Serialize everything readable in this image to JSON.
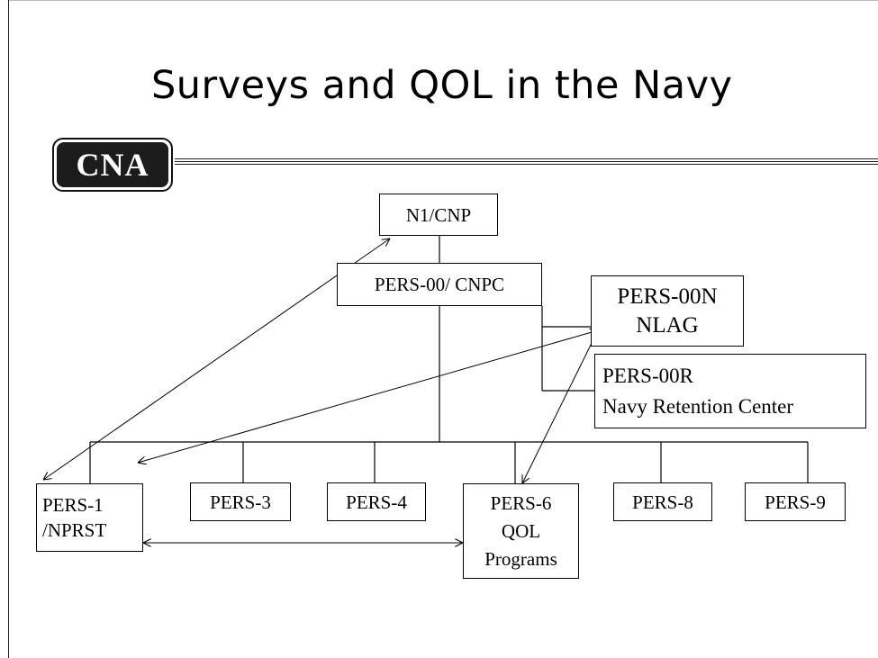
{
  "title": "Surveys and QOL in the Navy",
  "logo_text": "CNA",
  "nodes": {
    "n1": {
      "lines": [
        "N1/CNP"
      ]
    },
    "pers00": {
      "lines": [
        "PERS-00/ CNPC"
      ]
    },
    "pers00n": {
      "lines": [
        "PERS-00N",
        "NLAG"
      ]
    },
    "pers00r": {
      "lines": [
        "PERS-00R",
        "Navy Retention Center"
      ]
    },
    "pers1": {
      "lines": [
        "PERS-1",
        "/NPRST"
      ]
    },
    "pers3": {
      "lines": [
        "PERS-3"
      ]
    },
    "pers4": {
      "lines": [
        "PERS-4"
      ]
    },
    "pers6": {
      "lines": [
        "PERS-6",
        "QOL",
        "Programs"
      ]
    },
    "pers8": {
      "lines": [
        "PERS-8"
      ]
    },
    "pers9": {
      "lines": [
        "PERS-9"
      ]
    }
  },
  "arrows": [
    {
      "from": "PERS-1 /NPRST",
      "to": "N1/CNP",
      "bidirectional": true
    },
    {
      "from": "PERS-1 /NPRST",
      "to": "PERS-00N NLAG",
      "bidirectional": true
    },
    {
      "from": "PERS-6 QOL Programs",
      "to": "PERS-00N NLAG",
      "bidirectional": true
    },
    {
      "from": "PERS-1 /NPRST",
      "to": "PERS-6 QOL Programs",
      "bidirectional": true
    }
  ]
}
